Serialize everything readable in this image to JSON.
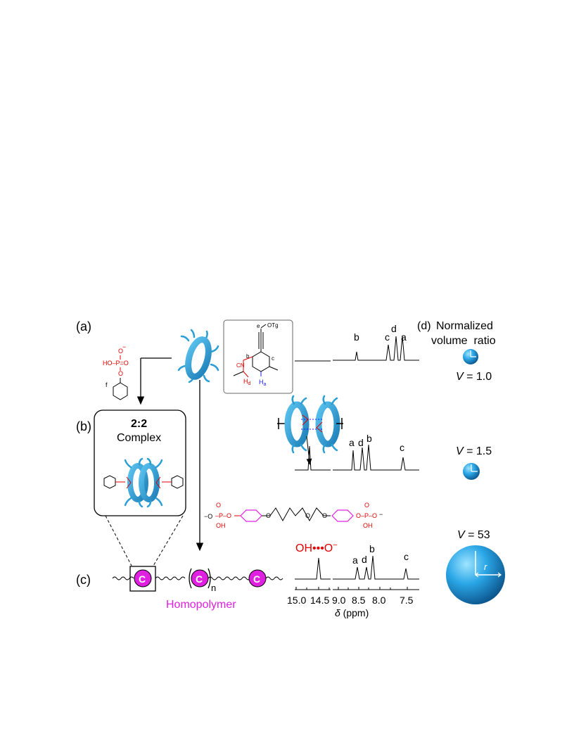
{
  "panels": {
    "a": "(a)",
    "b": "(b)",
    "c": "(c)",
    "d": "(d)"
  },
  "volume_header": {
    "line1": "Normalized",
    "line2": "volume  ratio"
  },
  "volumes": [
    {
      "prefix": "V",
      "value": " = 1.0"
    },
    {
      "prefix": "V",
      "value": " = 1.5"
    },
    {
      "prefix": "V",
      "value": " = 53"
    }
  ],
  "sphere_radius_label": "r",
  "complex": {
    "ratio": "2:2",
    "label": "Complex"
  },
  "homopolymer_label": "Homopolymer",
  "repeat_unit": {
    "letter": "C",
    "subscript": "n"
  },
  "structure": {
    "phosphate_top": "O",
    "phosphate_minus": "−",
    "phosphate_left": "HO–P=O",
    "phosphate_ring_o": "O",
    "label_f": "f",
    "label_e": "e",
    "otg": "OTg",
    "label_b": "b",
    "label_c": "c",
    "cn": "CN",
    "h": "H",
    "hd_sub": "d",
    "ha_sub": "a"
  },
  "nmr": {
    "spectrum1_peaks": [
      "b",
      "c",
      "d",
      "a"
    ],
    "spectrum2_peaks": [
      "a",
      "d",
      "b",
      "c"
    ],
    "spectrum3_peaks": [
      "a",
      "d",
      "b",
      "c"
    ],
    "hbond_label": "OH•••O",
    "hbond_minus": "−",
    "x_ticks_left": [
      "15.0",
      "14.5"
    ],
    "x_ticks_right": [
      "9.0",
      "8.5",
      "8.0",
      "7.5"
    ],
    "x_label_delta": "δ",
    "x_label_unit": " (ppm)"
  },
  "colors": {
    "macrocycle": "#2a9fd6",
    "phosphate": "#e00000",
    "linker": "#e020e0",
    "highlight_h": "#1a1aff"
  }
}
